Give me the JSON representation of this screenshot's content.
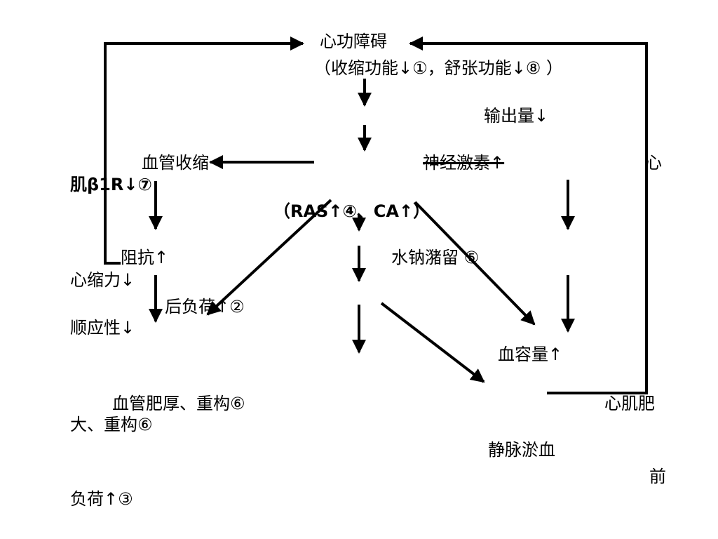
{
  "labels": {
    "cardiac_dysfunction": "心功障碍",
    "dysfunction_detail": "（收缩功能↓①，舒张功能↓⑧ ）",
    "cardiac_output": "输出量↓",
    "vasoconstriction": "血管收缩",
    "neurohormone": "神经激素↑",
    "heart_part1": "心",
    "myo_beta_receptor": "肌β1R↓⑦",
    "ras_ca": "（RAS↑④、CA↑）",
    "resistance": "阻抗↑",
    "water_sodium_retention": "水钠潴留 ⑤",
    "contractility": "心缩力↓",
    "afterload": "后负荷↑②",
    "compliance": "顺应性↓",
    "blood_volume": "血容量↑",
    "vascular_hypertrophy": "血管肥厚、重构⑥",
    "hypertrophy_part1": "心肌肥",
    "hypertrophy_part2": "大、重构⑥",
    "venous_congestion": "静脉淤血",
    "preload_part1": "前",
    "preload_part2": "负荷↑③"
  },
  "colors": {
    "stroke": "#000000",
    "background": "#ffffff"
  }
}
